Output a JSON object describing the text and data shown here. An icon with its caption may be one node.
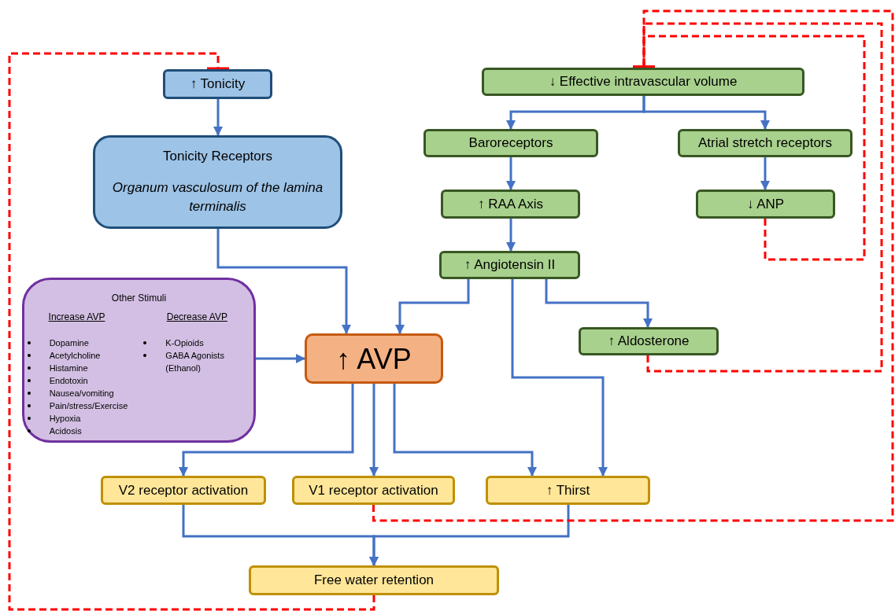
{
  "diagram": {
    "nodes": [
      {
        "text": [
          "↑ Tonicity"
        ]
      },
      {
        "text": [
          "Tonicity Receptors",
          "Organum vasculosum of the lamina terminalis"
        ]
      },
      {
        "text": [
          "↓ Effective intravascular volume"
        ]
      },
      {
        "text": [
          "Baroreceptors"
        ]
      },
      {
        "text": [
          "Atrial stretch receptors"
        ]
      },
      {
        "text": [
          "↑ RAA Axis"
        ]
      },
      {
        "text": [
          "↓ ANP"
        ]
      },
      {
        "text": [
          "↑ Angiotensin II"
        ]
      },
      {
        "text": [
          "Other Stimuli",
          "Increase AVP",
          "Dopamine",
          "Acetylcholine",
          "Histamine",
          "Endotoxin",
          "Nausea/vomiting",
          "Pain/stress/Exercise",
          "Hypoxia",
          "Acidosis",
          "Decrease AVP",
          "K-Opioids",
          "GABA Agonists (Ethanol)"
        ]
      },
      {
        "text": [
          "↑ AVP"
        ]
      },
      {
        "text": [
          "↑ Aldosterone"
        ]
      },
      {
        "text": [
          "V2 receptor activation"
        ]
      },
      {
        "text": [
          "V1 receptor activation"
        ]
      },
      {
        "text": [
          "↑ Thirst"
        ]
      },
      {
        "text": [
          "Free water retention"
        ]
      }
    ],
    "edges": [
      {
        "from": 0,
        "to": 1,
        "arrow": "to"
      },
      {
        "from": 1,
        "to": 9,
        "arrow": "to"
      },
      {
        "from": 2,
        "to": 3,
        "arrow": "to"
      },
      {
        "from": 2,
        "to": 4,
        "arrow": "to"
      },
      {
        "from": 3,
        "to": 5,
        "arrow": "to"
      },
      {
        "from": 4,
        "to": 6,
        "arrow": "to"
      },
      {
        "from": 5,
        "to": 7,
        "arrow": "to"
      },
      {
        "from": 7,
        "to": 9,
        "arrow": "to"
      },
      {
        "from": 7,
        "to": 10,
        "arrow": "to"
      },
      {
        "from": 7,
        "to": 13,
        "arrow": "to"
      },
      {
        "from": 8,
        "to": 9,
        "arrow": "to"
      },
      {
        "from": 9,
        "to": 11,
        "arrow": "to"
      },
      {
        "from": 9,
        "to": 12,
        "arrow": "to"
      },
      {
        "from": 9,
        "to": 13,
        "arrow": "to"
      },
      {
        "from": 11,
        "to": 14,
        "arrow": "to"
      },
      {
        "from": 13,
        "to": 14,
        "arrow": "to"
      },
      {
        "from": 14,
        "to": 0,
        "arrow": "other",
        "style": "dashed",
        "color": "#ff0000"
      },
      {
        "from": 12,
        "to": 2,
        "arrow": "other",
        "style": "dashed",
        "color": "#ff0000"
      },
      {
        "from": 10,
        "to": 2,
        "arrow": "other",
        "style": "dashed",
        "color": "#ff0000"
      },
      {
        "from": 6,
        "to": 2,
        "arrow": "other",
        "style": "dashed",
        "color": "#ff0000"
      }
    ]
  }
}
